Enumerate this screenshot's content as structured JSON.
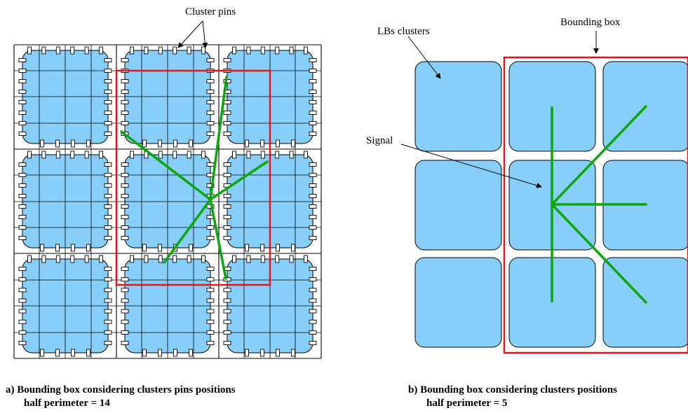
{
  "labels": {
    "cluster_pins": "Cluster pins",
    "lbs_clusters": "LBs clusters",
    "bounding_box": "Bounding box",
    "signal": "Signal"
  },
  "captions": {
    "a_line1": "a) Bounding box considering clusters pins positions",
    "a_line2": "half perimeter = 14",
    "b_line1": "b) Bounding box considering clusters positions",
    "b_line2": "half perimeter = 5"
  },
  "colors": {
    "cluster_fill": "#87CEFA",
    "bounding_box": "#E8141A",
    "signal": "#0BA70B",
    "grid": "#000000"
  }
}
